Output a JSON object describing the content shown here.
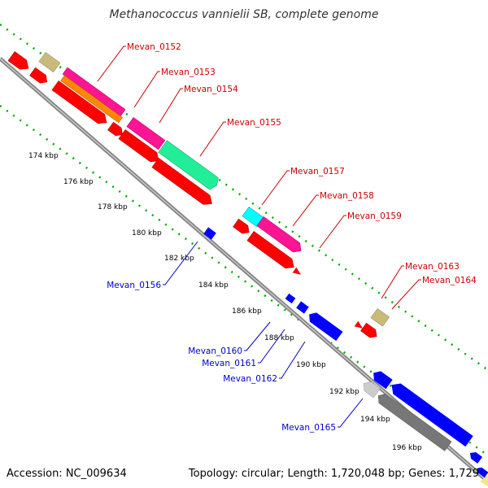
{
  "map": {
    "title": "Methanococcus vannielii SB, complete genome",
    "accession": "Accession: NC_009634",
    "summary": "Topology: circular; Length: 1,720,048 bp; Genes: 1,729"
  },
  "colors": {
    "forward_gene": "#ff0000",
    "reverse_gene": "#0000ff",
    "backbone": "#888888",
    "gc_skew_dots": "#00aa00",
    "label_forward": "#cc0000",
    "label_reverse": "#0000cc"
  },
  "kbp_ticks": [
    "174 kbp",
    "176 kbp",
    "178 kbp",
    "180 kbp",
    "182 kbp",
    "184 kbp",
    "186 kbp",
    "188 kbp",
    "190 kbp",
    "192 kbp",
    "194 kbp",
    "196 kbp"
  ],
  "forward_labels": [
    "Mevan_0152",
    "Mevan_0153",
    "Mevan_0154",
    "Mevan_0155",
    "Mevan_0157",
    "Mevan_0158",
    "Mevan_0159",
    "Mevan_0163",
    "Mevan_0164"
  ],
  "reverse_labels": [
    "Mevan_0156",
    "Mevan_0160",
    "Mevan_0161",
    "Mevan_0162",
    "Mevan_0165"
  ]
}
